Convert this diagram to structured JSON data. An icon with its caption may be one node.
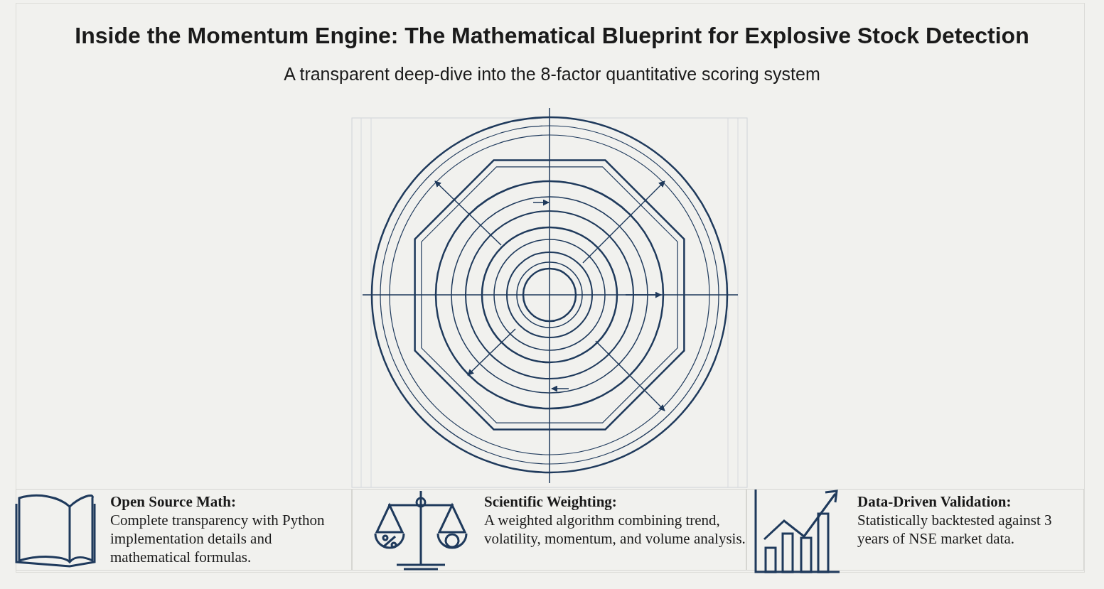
{
  "diagram": {
    "title": "Inside the Momentum Engine: The Mathematical Blueprint for Explosive Stock Detection",
    "nodes": [
      {
        "text": [
          "Open Source Math:",
          "Complete transparency with Python implementation details and mathematical formulas."
        ]
      },
      {
        "text": [
          "Scientific Weighting:",
          "A weighted algorithm combining trend, volatility, momentum, and volume analysis."
        ]
      },
      {
        "text": [
          "Data-Driven Validation:",
          "Statistically backtested against 3 years of NSE market data."
        ]
      }
    ],
    "labels": [
      "A transparent deep-dive into the 8-factor quantitative scoring system"
    ]
  }
}
